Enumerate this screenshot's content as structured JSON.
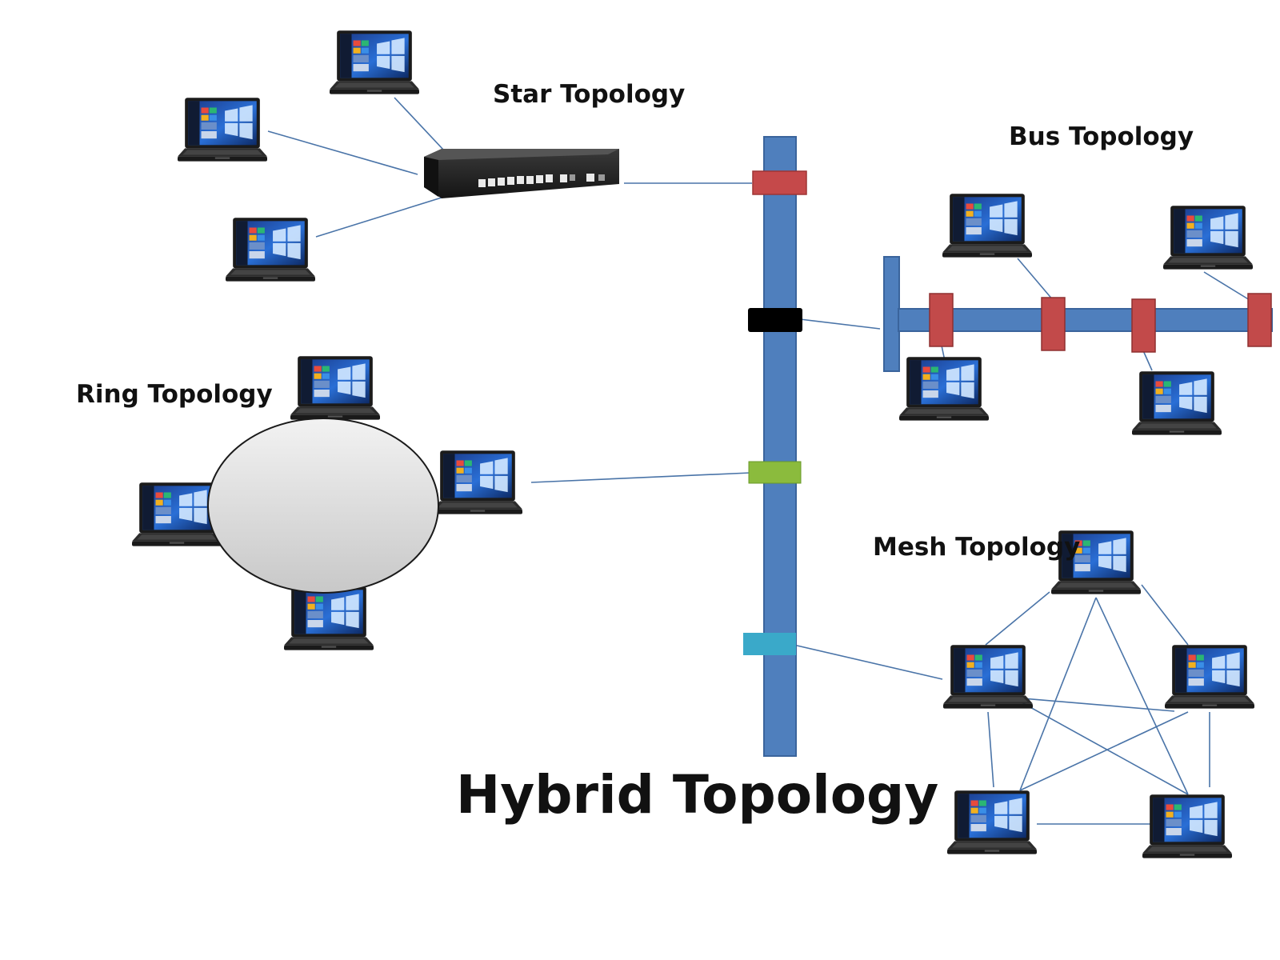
{
  "labels": {
    "star": "Star Topology",
    "bus": "Bus Topology",
    "ring": "Ring Topology",
    "mesh": "Mesh Topology",
    "title": "Hybrid Topology"
  },
  "colors": {
    "backbone": "#4f7fbd",
    "backbone_border": "#3a649c",
    "link": "#4a74a8",
    "connector_star": "#c5494a",
    "connector_bus": "#000000",
    "connector_ring": "#8bbb3d",
    "connector_mesh": "#3aa9c9",
    "bus_tap": "#c24a4a"
  },
  "icons": {
    "laptop": "laptop-icon",
    "switch": "network-switch-icon"
  }
}
